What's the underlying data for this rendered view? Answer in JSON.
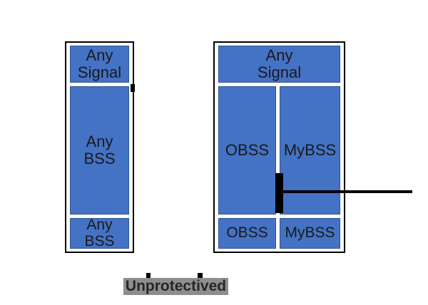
{
  "diagram": {
    "left_column": {
      "top": "Any\nSignal",
      "middle": "Any\nBSS",
      "bottom": "Any\nBSS"
    },
    "right_column": {
      "top": "Any\nSignal",
      "middle_left": "OBSS",
      "middle_right": "MyBSS",
      "bottom_left": "OBSS",
      "bottom_right": "MyBSS"
    },
    "caption": {
      "label": "Unprotectived"
    },
    "colors": {
      "cell_fill": "#4472C4",
      "cell_border": "#2F5597",
      "frame_border": "#000000",
      "marker_color": "#000000",
      "caption_bg": "#8E8E8E",
      "caption_text": "#262626"
    }
  }
}
